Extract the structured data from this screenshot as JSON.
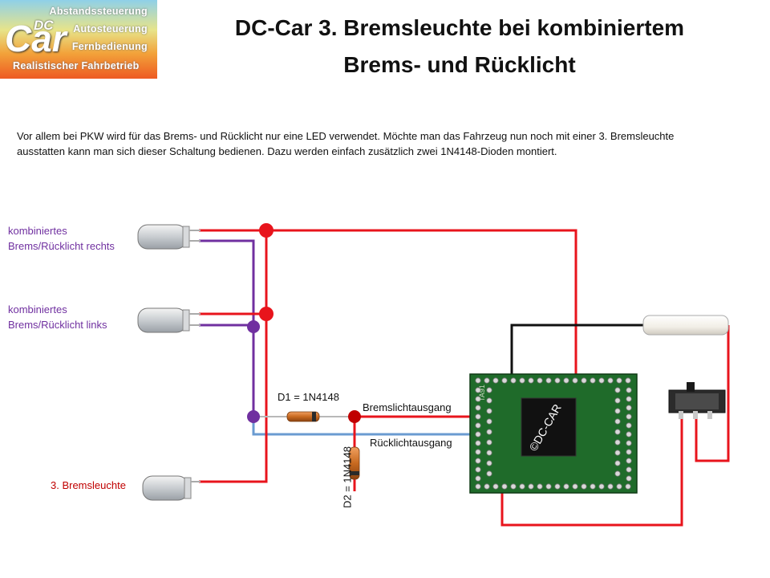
{
  "logo": {
    "brand_small": "DC",
    "brand_large": "Car",
    "taglines": [
      "Abstandssteuerung",
      "Autosteuerung",
      "Fernbedienung",
      "Realistischer Fahrbetrieb"
    ]
  },
  "title": {
    "line1": "DC-Car 3. Bremsleuchte bei kombiniertem",
    "line2": "Brems- und Rücklicht"
  },
  "intro": {
    "line1": "Vor allem bei PKW wird für das Brems- und Rücklicht nur eine LED verwendet.  Möchte man das Fahrzeug nun noch mit einer 3. Bremsleuchte",
    "line2": "ausstatten kann man sich dieser Schaltung bedienen. Dazu werden einfach zusätzlich zwei 1N4148-Dioden montiert."
  },
  "labels": {
    "led_right": [
      "kombiniertes",
      "Brems/Rücklicht rechts"
    ],
    "led_left": [
      "kombiniertes",
      "Brems/Rücklicht links"
    ],
    "led_third": "3. Bremsleuchte",
    "d1": "D1 = 1N4148",
    "d2": "D2 = 1N4148",
    "brake_output": "Bremslichtausgang",
    "tail_output": "Rücklichtausgang",
    "board_mark": "©DC-CAR",
    "board_chip_text": "TA91"
  },
  "colors": {
    "brake_wire": "#e8141c",
    "tail_wire_purple": "#7030a0",
    "tail_wire_blue": "#6a9bd1",
    "ground_wire": "#111111",
    "pcb": "#1f6b2a"
  }
}
